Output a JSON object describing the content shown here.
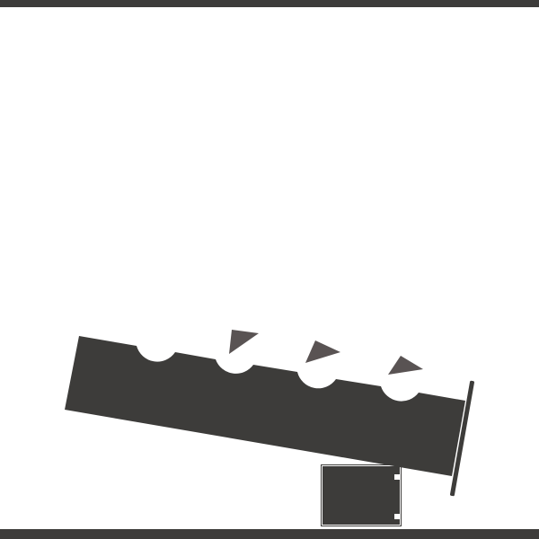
{
  "colors": {
    "background": "#ffffff",
    "ink": "#3d3c3a",
    "triangle": "#595353"
  },
  "scene": {
    "objects": [
      "top-boundary",
      "bottom-boundary",
      "tilted-bar",
      "end-stopper",
      "small-box",
      "triangle-pieces"
    ]
  }
}
